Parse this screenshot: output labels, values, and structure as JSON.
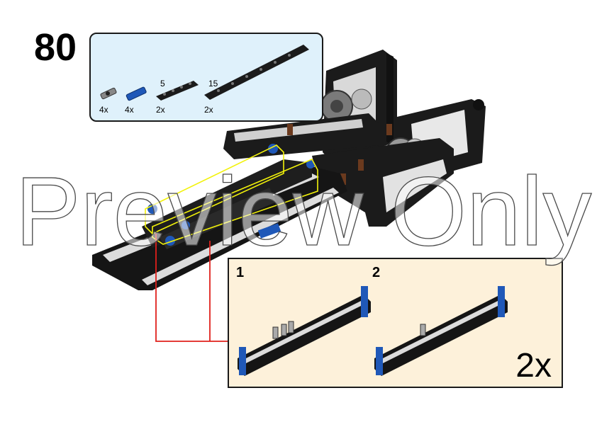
{
  "step": {
    "number": "80"
  },
  "parts": [
    {
      "qty": "4x",
      "name": "axle-pin-connector-icon"
    },
    {
      "qty": "4x",
      "name": "blue-axle-pin-icon"
    },
    {
      "qty": "2x",
      "length": "5",
      "name": "beam-5-icon"
    },
    {
      "qty": "2x",
      "length": "15",
      "name": "beam-15-icon"
    }
  ],
  "substeps": [
    {
      "label": "1"
    },
    {
      "label": "2"
    }
  ],
  "multiplier": "2x",
  "watermark": "Preview Only",
  "colors": {
    "parts_bg": "#dff1fb",
    "substep_bg": "#fdf1da",
    "callout_line": "#e0201b",
    "highlight": "#f2f20a"
  }
}
